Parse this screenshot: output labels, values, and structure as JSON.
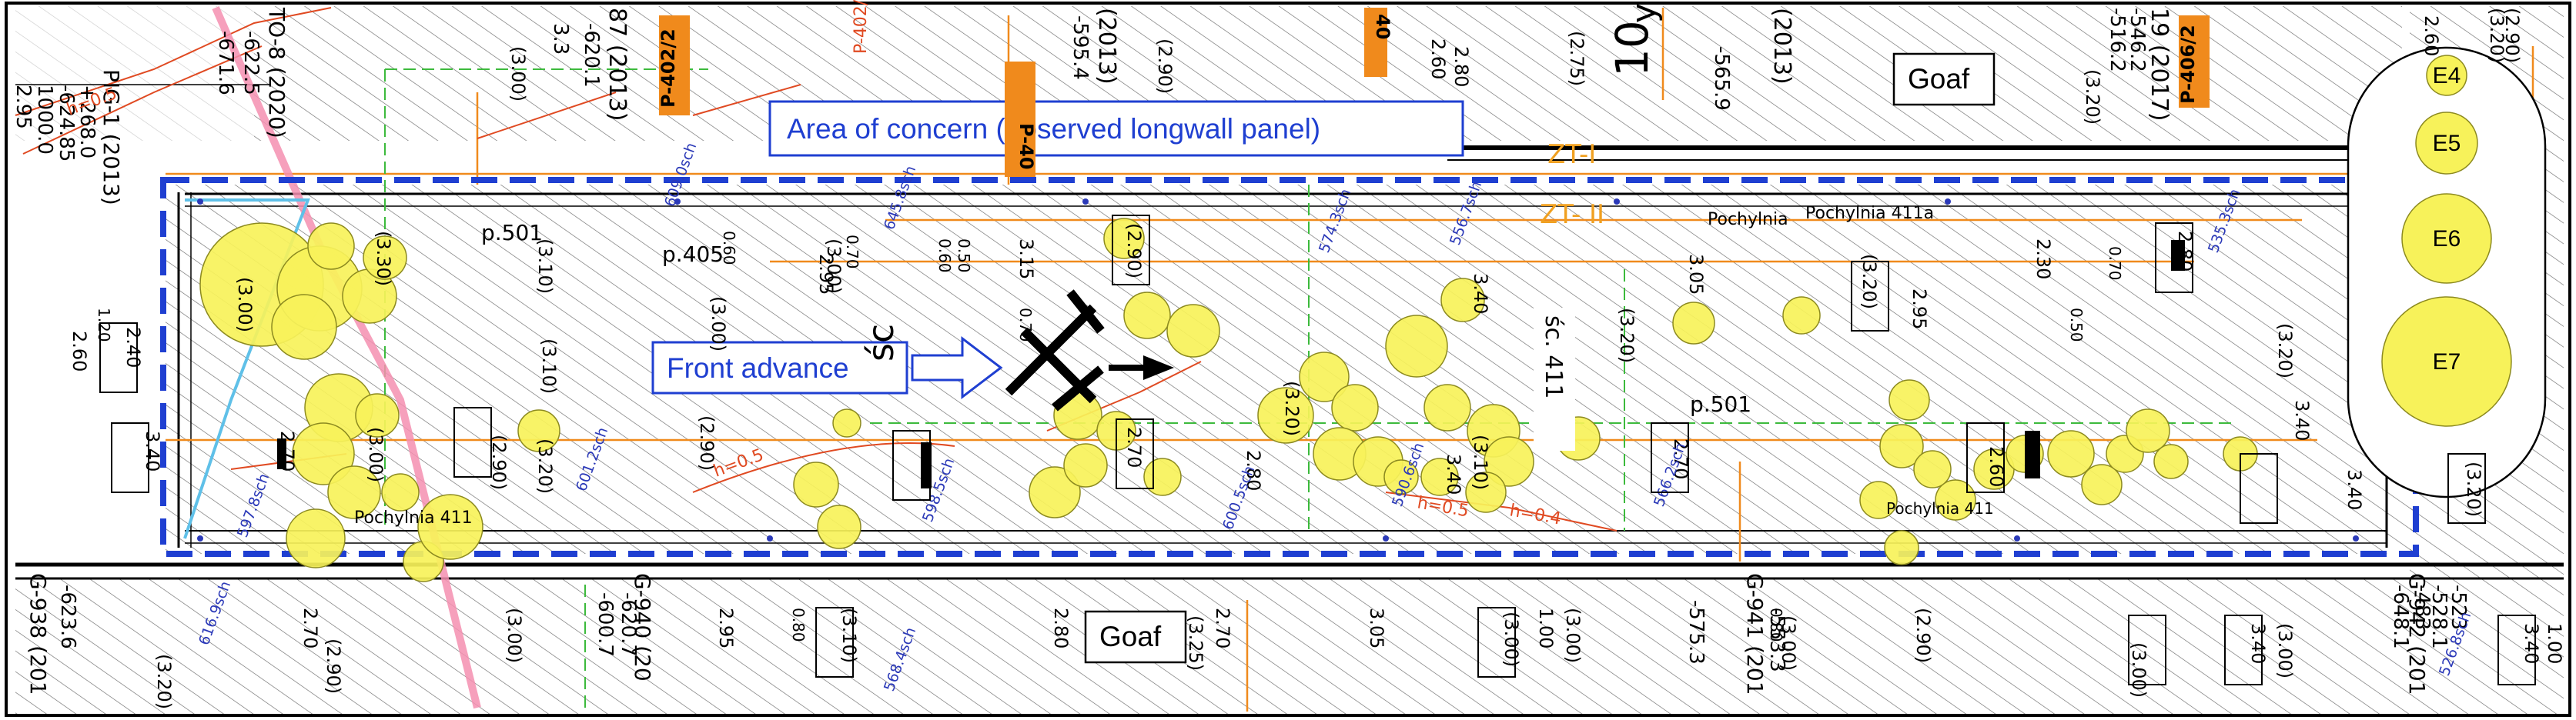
{
  "colors": {
    "hatch": "#555555",
    "concern_border": "#1f3fd1",
    "event_fill": "#f7f25a",
    "event_stroke": "#8c8a20",
    "callout_text": "#1f3fd1",
    "orange_lines": "#f08a1c",
    "red_lines": "#e04a22",
    "survey_blue": "#2b39b8",
    "roadway": "#000000",
    "pink_fault": "#f48fb0",
    "cyan_line": "#5fc0e8",
    "green_lines": "#3cba3c"
  },
  "callouts": {
    "area_of_concern": "Area of concern (observed longwall panel)",
    "front_advance": "Front advance",
    "goaf_top": "Goaf",
    "goaf_bottom": "Goaf"
  },
  "legend": {
    "items": [
      {
        "label": "E4"
      },
      {
        "label": "E5"
      },
      {
        "label": "E6"
      },
      {
        "label": "E7"
      }
    ]
  },
  "map_labels": {
    "zt1": "ZT-I",
    "zt2": "ZT- II",
    "p501_left": "p.501",
    "p501_right": "p.501",
    "p405": "p.405",
    "sc411": "śc. 411",
    "pochylnia": "Pochylnia",
    "pochylnia_411a": "Pochylnia 411a",
    "pochylnia_bottom": "Pochylnia 411",
    "pochylnia_left": "Pochylnia 411",
    "to8": "TO-8 (2020)",
    "pig1": "PIG-1 (2013)",
    "g938": "G-938 (201",
    "g940": "G-940 (20",
    "g941": "G-941 (201",
    "g942": "G-942 (201",
    "year_2013_top": "87 (2013)",
    "year_2013_a": "(2013)",
    "year_2013_b": "(2013)",
    "year_2017": "19 (2017)",
    "big_10": "10",
    "big_y": "y",
    "sc_big": "śc",
    "p402_a": "P-402/2",
    "p402_b": "P-402/2",
    "p40_tag": "P-40",
    "v_40_label": "40",
    "p4062": "P-406/2",
    "elev_1": "-620.1",
    "elev_2": "3.3",
    "elev_3": "-622.5",
    "elev_4": "-671.6",
    "elev_5": "+268.0",
    "elev_6": "-624.85",
    "elev_7": "1000.0",
    "elev_8": "2.95",
    "elev_9": "-595.4",
    "elev_10": "-565.9",
    "elev_11": "-516.2",
    "elev_12": "-546.2",
    "elev_13": "-623.6",
    "elev_14": "-600.7",
    "elev_15": "-620.7",
    "elev_16": "-575.3",
    "elev_17": "-553.3",
    "elev_18": "-528.1",
    "elev_19": "-523",
    "elev_20": "-648.1",
    "elev_21": "-483",
    "t_290": "(2.90)",
    "t_300": "(3.00)",
    "t_310": "(3.10)",
    "t_320": "(3.20)",
    "t_330": "(3.30)",
    "t_305": "3.05",
    "t_295": "2.95",
    "t_240": "2.40",
    "t_260": "2.60",
    "t_270": "2.70",
    "t_280": "2.80",
    "t_230": "2.30",
    "t_340": "3.40",
    "t_050": "0.50",
    "t_060": "0.60",
    "t_070": "0.70",
    "t_080": "0.80",
    "t_100": "1.00",
    "t_120": "1.20",
    "t_315": "3.15",
    "t_275": "(2.75)",
    "t_325": "(3.25)",
    "survey_a": "609.0sch",
    "survey_b": "645.8sch",
    "survey_c": "574.3sch",
    "survey_d": "556.7sch",
    "survey_e": "601.2sch",
    "survey_f": "598.5sch",
    "survey_g": "590.6sch",
    "survey_h": "597.8sch",
    "survey_i": "600.5sch",
    "survey_j": "566.2sch",
    "survey_k": "535.3sch",
    "survey_l": "616.9sch",
    "survey_m": "568.4sch",
    "survey_n": "526.8sch",
    "red_h": "h=0.5",
    "red_h2": "h=0.4"
  }
}
